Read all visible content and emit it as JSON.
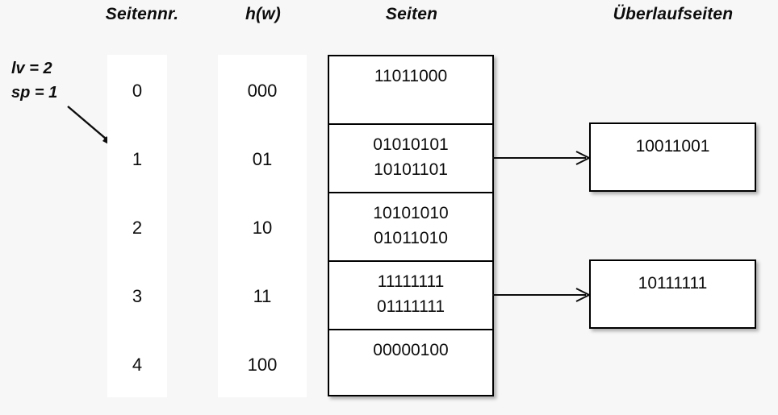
{
  "headers": {
    "seitennr": "Seitennr.",
    "hw": "h(w)",
    "seiten": "Seiten",
    "ueberlaufseiten": "Überlaufseiten"
  },
  "params": {
    "lv": "lv = 2",
    "sp": "sp = 1"
  },
  "rows": [
    {
      "seitennr": "0",
      "hw": "000",
      "seiten": [
        "11011000"
      ],
      "overflow": null
    },
    {
      "seitennr": "1",
      "hw": "01",
      "seiten": [
        "01010101",
        "10101101"
      ],
      "overflow": "10011001"
    },
    {
      "seitennr": "2",
      "hw": "10",
      "seiten": [
        "10101010",
        "01011010"
      ],
      "overflow": null
    },
    {
      "seitennr": "3",
      "hw": "11",
      "seiten": [
        "11111111",
        "01111111"
      ],
      "overflow": "10111111"
    },
    {
      "seitennr": "4",
      "hw": "100",
      "seiten": [
        "00000100"
      ],
      "overflow": null
    }
  ],
  "overflow_pages": [
    {
      "value": "10011001",
      "from_row": 1
    },
    {
      "value": "10111111",
      "from_row": 3
    }
  ],
  "colors": {
    "background": "#f7f7f7",
    "surface": "#ffffff",
    "stroke": "#000000",
    "text": "#0d0d0d"
  },
  "icons": {
    "params_pointer": "arrow-down-right-icon",
    "connector": "arrow-right-icon"
  }
}
